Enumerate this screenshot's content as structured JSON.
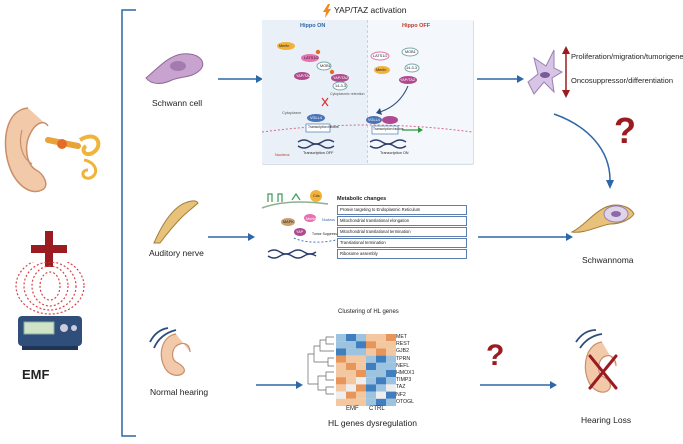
{
  "header": {
    "yap_taz_activation": "YAP/TAZ activation"
  },
  "left": {
    "emf_label": "EMF"
  },
  "rows": {
    "schwann": {
      "label": "Schwann cell"
    },
    "auditory": {
      "label": "Auditory nerve"
    },
    "hearing": {
      "label": "Normal hearing"
    }
  },
  "hippo": {
    "on_title": "Hippo ON",
    "off_title": "Hippo OFF",
    "cytoplasm": "Cytoplasm",
    "nucleus": "Nucleus",
    "transcription_off": "Transcription OFF",
    "transcription_on": "Transcription ON",
    "cytoplasmic_retention": "Cytoplasmic retention",
    "proteins_on": [
      "Merlin",
      "LATS1/2",
      "MOB1",
      "YAP/TAZ",
      "YAP/TAZ",
      "14-3-3"
    ],
    "proteins_off": [
      "LATS1/2",
      "MOB1",
      "Merlin",
      "14-3-3",
      "YAP/TAZ"
    ],
    "tead_on": "VGLL4",
    "tead_on_sub": "Transcription factors",
    "tead_off": "VGLL4",
    "tead_off_sub": "Transcription factors"
  },
  "outcome": {
    "up": "Proliferation/migration/tumorigenesis",
    "down": "Oncosuppressor/differentiation",
    "question": "?",
    "schwannoma": "Schwannoma"
  },
  "auditory_detail": {
    "labels": [
      "Cdc",
      "Merlin",
      "MAPK",
      "YAP",
      "Tumor Suppressor",
      "Nucleus"
    ]
  },
  "metabolic": {
    "title": "Metabolic changes",
    "items": [
      "Protein targeting to Endoplasmic Reticulum",
      "Mitochondrial translational elongation",
      "Mitochondrial translational termination",
      "Translational termination",
      "Ribosome assembly"
    ]
  },
  "heatmap": {
    "title": "Clustering of HL genes",
    "genes": [
      "MET",
      "REST",
      "GJB2",
      "TPRN",
      "NEFL",
      "HMOX1",
      "TIMP3",
      "TAZ",
      "NF2",
      "OTOGL"
    ],
    "groups": [
      "EMF",
      "CTRL"
    ],
    "colors": {
      "high": "#e8955a",
      "mid_high": "#f3c7a0",
      "neutral": "#eeeeee",
      "mid_low": "#9cc3e0",
      "low": "#3f7fbf"
    },
    "matrix": [
      [
        -1,
        -2,
        -1,
        1,
        1,
        2
      ],
      [
        -1,
        -1,
        -2,
        2,
        1,
        1
      ],
      [
        -2,
        -1,
        -1,
        1,
        2,
        1
      ],
      [
        2,
        1,
        1,
        -1,
        -2,
        -1
      ],
      [
        1,
        2,
        1,
        -2,
        -1,
        -1
      ],
      [
        1,
        1,
        2,
        -1,
        -1,
        -2
      ],
      [
        2,
        1,
        0,
        -1,
        -2,
        -1
      ],
      [
        1,
        0,
        2,
        -2,
        -1,
        0
      ],
      [
        0,
        2,
        1,
        -1,
        0,
        -2
      ],
      [
        1,
        1,
        1,
        -1,
        -2,
        -1
      ]
    ]
  },
  "hearing_row": {
    "caption": "HL genes dysregulation",
    "question": "?",
    "result": "Hearing Loss"
  },
  "accent": {
    "arrow": "#2e67a8",
    "red": "#9b1c20",
    "orange": "#f08a1c"
  }
}
